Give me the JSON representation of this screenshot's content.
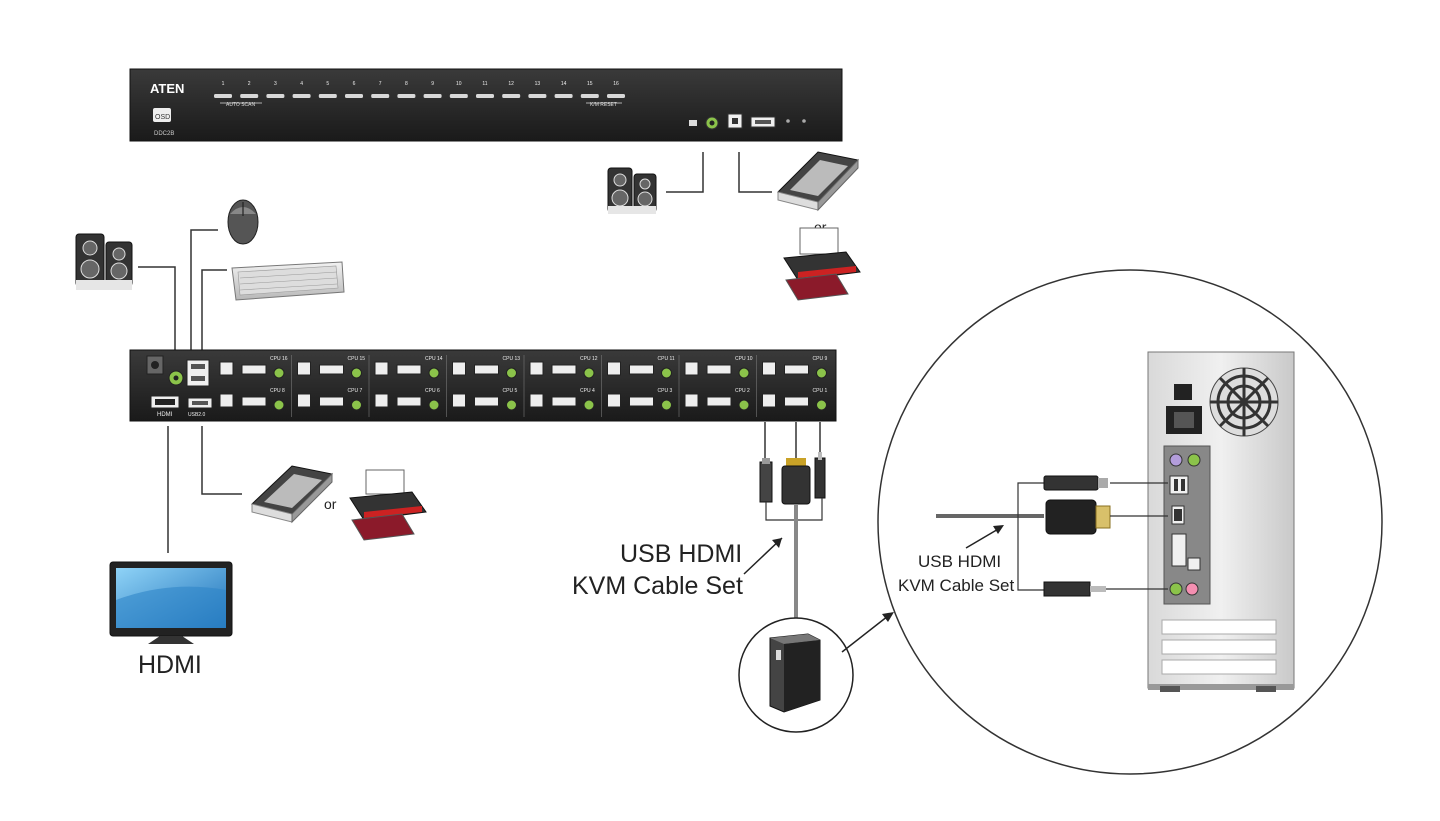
{
  "front_unit": {
    "brand": "ATEN",
    "port_numbers": [
      "1",
      "2",
      "3",
      "4",
      "5",
      "6",
      "7",
      "8",
      "9",
      "10",
      "11",
      "12",
      "13",
      "14",
      "15",
      "16"
    ],
    "group_auto_scan": "AUTO SCAN",
    "group_km_reset": "K/M RESET",
    "osd_label": "OSD",
    "model_label": "DDC2B"
  },
  "rear_unit": {
    "hdmi_port_label": "HDMI",
    "usb_port_label": "USB2.0",
    "cpu_ports": [
      "CPU 16",
      "CPU 15",
      "CPU 14",
      "CPU 13",
      "CPU 12",
      "CPU 11",
      "CPU 10",
      "CPU 9",
      "CPU 8",
      "CPU 7",
      "CPU 6",
      "CPU 5",
      "CPU 4",
      "CPU 3",
      "CPU 2",
      "CPU 1"
    ]
  },
  "labels": {
    "or_front": "or",
    "or_rear": "or",
    "monitor": "HDMI",
    "cable_set_line1": "USB HDMI",
    "cable_set_line2": "KVM Cable Set",
    "zoom_cable_line1": "USB HDMI",
    "zoom_cable_line2": "KVM Cable Set"
  },
  "colors": {
    "unit_body": "#2a2a2a",
    "unit_edge": "#111111",
    "port_green": "#8bc34a",
    "port_purple": "#b39ddb",
    "port_pink": "#f48fb1",
    "printer_paper": "#8b1a2a",
    "line": "#333333"
  }
}
